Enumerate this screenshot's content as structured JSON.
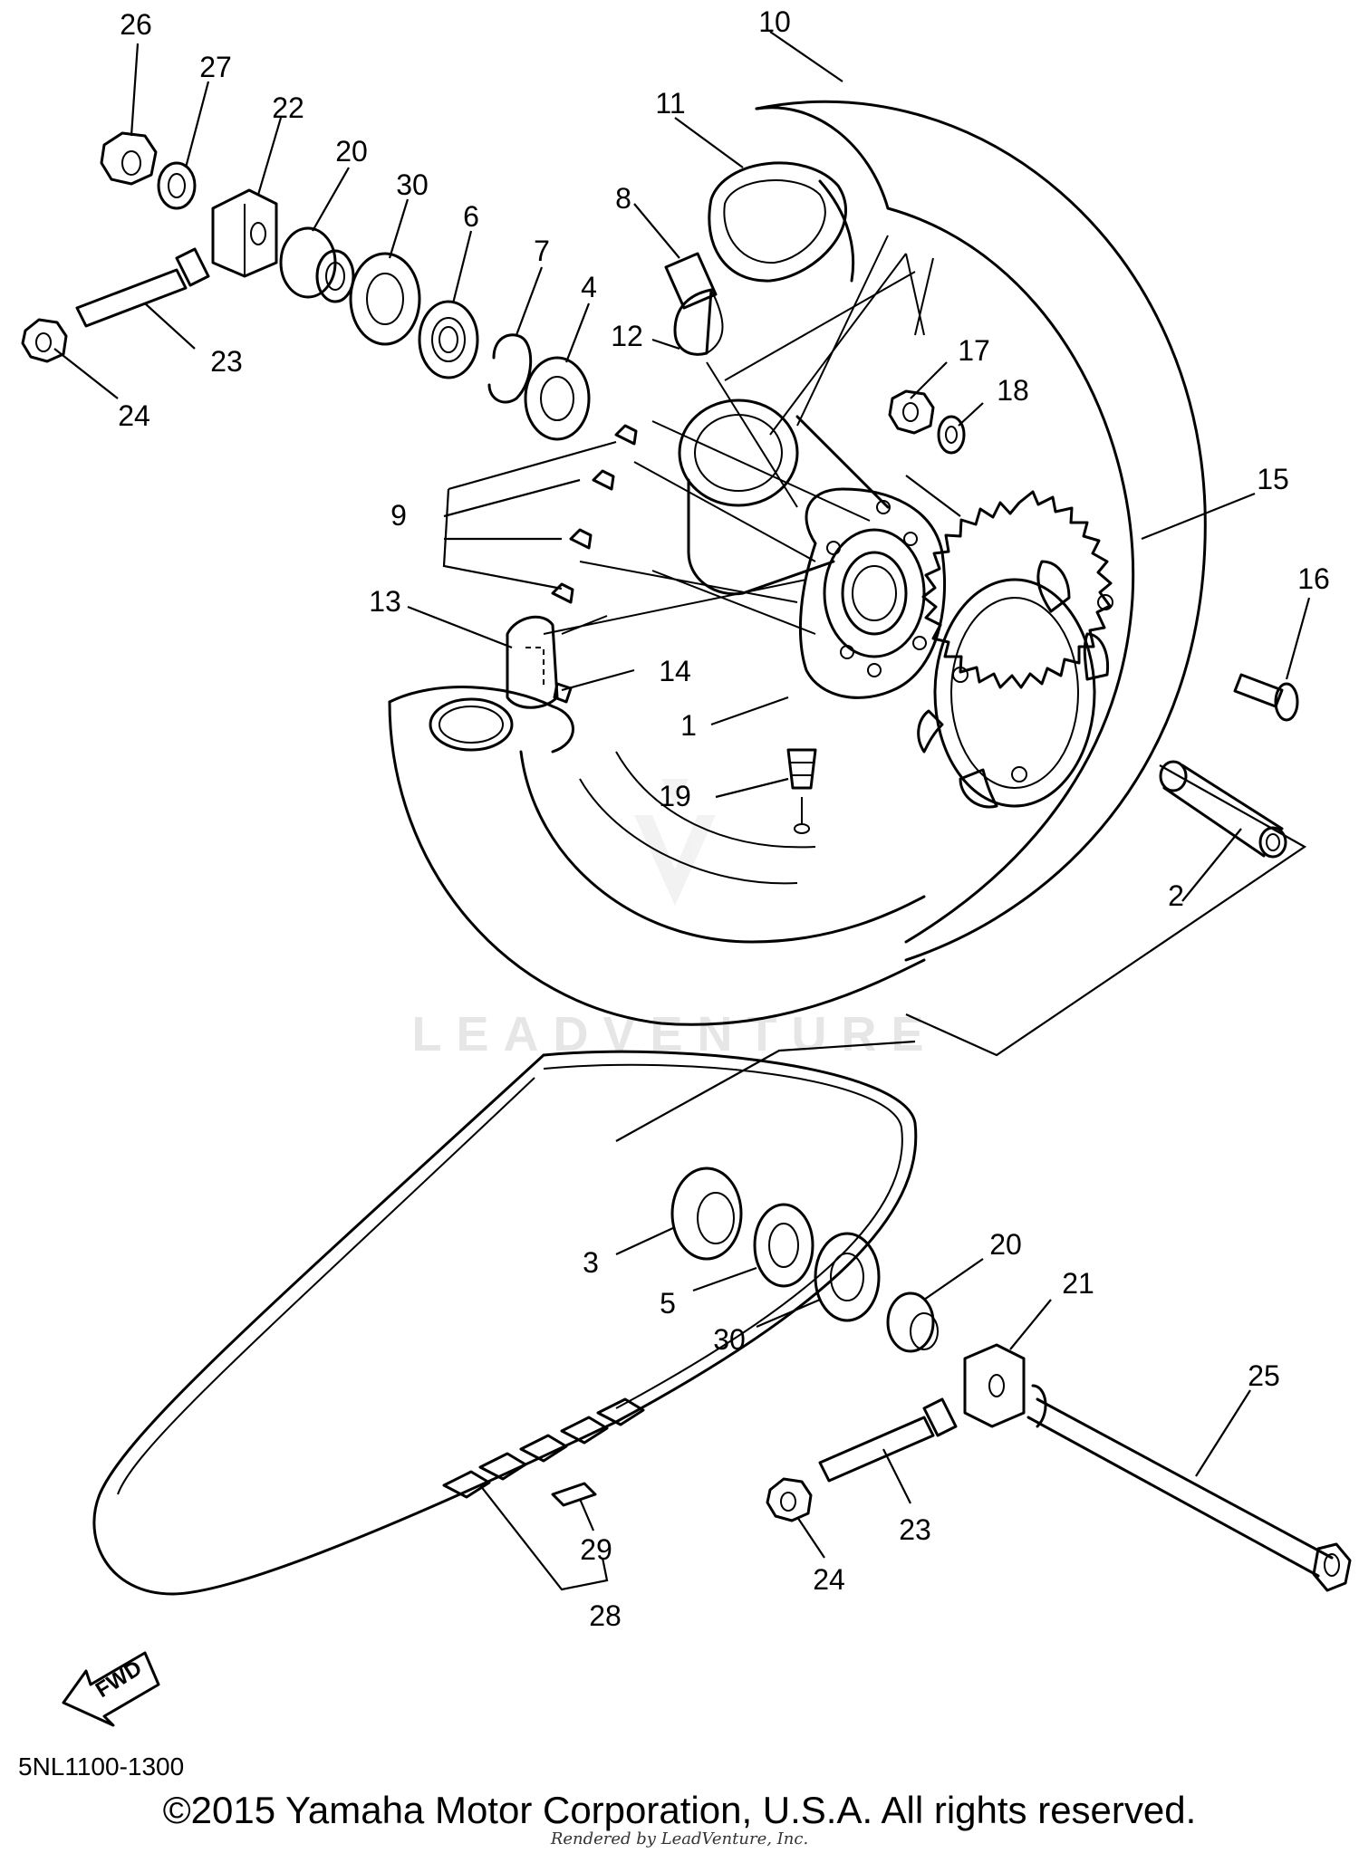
{
  "diagram": {
    "parts": [
      {
        "id": "1",
        "label": "1"
      },
      {
        "id": "2",
        "label": "2"
      },
      {
        "id": "3",
        "label": "3"
      },
      {
        "id": "4",
        "label": "4"
      },
      {
        "id": "5",
        "label": "5"
      },
      {
        "id": "6",
        "label": "6"
      },
      {
        "id": "7",
        "label": "7"
      },
      {
        "id": "8",
        "label": "8"
      },
      {
        "id": "9",
        "label": "9"
      },
      {
        "id": "10",
        "label": "10"
      },
      {
        "id": "11",
        "label": "11"
      },
      {
        "id": "12",
        "label": "12"
      },
      {
        "id": "13",
        "label": "13"
      },
      {
        "id": "14",
        "label": "14"
      },
      {
        "id": "15",
        "label": "15"
      },
      {
        "id": "16",
        "label": "16"
      },
      {
        "id": "17",
        "label": "17"
      },
      {
        "id": "18",
        "label": "18"
      },
      {
        "id": "19",
        "label": "19"
      },
      {
        "id": "20a",
        "label": "20"
      },
      {
        "id": "20b",
        "label": "20"
      },
      {
        "id": "21",
        "label": "21"
      },
      {
        "id": "22",
        "label": "22"
      },
      {
        "id": "23a",
        "label": "23"
      },
      {
        "id": "23b",
        "label": "23"
      },
      {
        "id": "24a",
        "label": "24"
      },
      {
        "id": "24b",
        "label": "24"
      },
      {
        "id": "25",
        "label": "25"
      },
      {
        "id": "26",
        "label": "26"
      },
      {
        "id": "27",
        "label": "27"
      },
      {
        "id": "28",
        "label": "28"
      },
      {
        "id": "29",
        "label": "29"
      },
      {
        "id": "30a",
        "label": "30"
      },
      {
        "id": "30b",
        "label": "30"
      }
    ],
    "direction_arrow": "FWD",
    "watermark": "LEADVENTURE"
  },
  "footer": {
    "diagram_code": "5NL1100-1300",
    "copyright": "©2015 Yamaha Motor Corporation, U.S.A. All rights reserved.",
    "rendered_by": "Rendered by LeadVenture, Inc."
  }
}
